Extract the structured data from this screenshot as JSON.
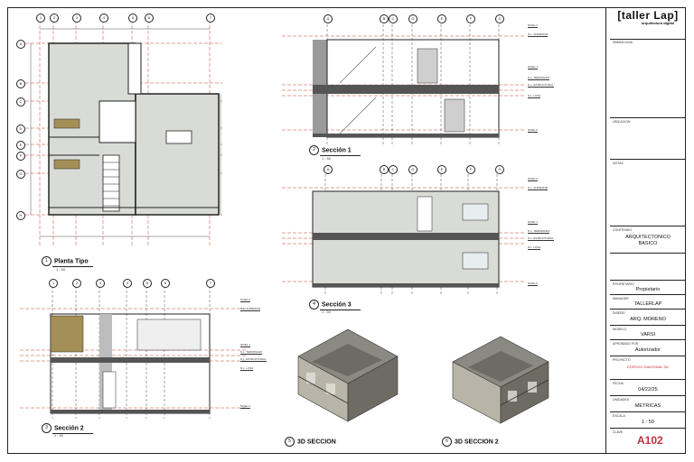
{
  "views": {
    "plan": {
      "label": "Planta Tipo",
      "number": "1",
      "scale": "1 : 50"
    },
    "sec1": {
      "label": "Sección 1",
      "number": "2",
      "scale": "1 : 50"
    },
    "sec2": {
      "label": "Sección 2",
      "number": "3",
      "scale": "1 : 50"
    },
    "sec3": {
      "label": "Sección 3",
      "number": "4",
      "scale": "1 : 50"
    },
    "iso1": {
      "label": "3D SECCION",
      "number": "5"
    },
    "iso2": {
      "label": "3D SECCION 2",
      "number": "6"
    }
  },
  "grid_bubbles": {
    "plan_top": [
      "1",
      "2",
      "3",
      "4",
      "5",
      "6",
      "7"
    ],
    "plan_left": [
      "A",
      "B",
      "C",
      "D",
      "E",
      "F",
      "G",
      "H"
    ],
    "sec1_top": [
      "A",
      "B",
      "C",
      "D",
      "E",
      "F",
      "G",
      "H"
    ],
    "sec3_top": [
      "A",
      "B",
      "C",
      "D",
      "E",
      "F",
      "G",
      "H"
    ],
    "sec2_top": [
      "1",
      "2",
      "3",
      "4",
      "5",
      "6",
      "7"
    ]
  },
  "level_tags": {
    "sec1": [
      "NIVEL 2",
      "N.L. SUPERIOR",
      "NIVEL 1",
      "N.L. TERMINADO",
      "N.L. ESTRUCTURAL",
      "N.L. LOSA",
      "NIVEL 0"
    ],
    "sec3": [
      "NIVEL 2",
      "N.L. SUPERIOR",
      "NIVEL 1",
      "N.L. TERMINADO",
      "N.L. ESTRUCTURAL",
      "N.L. LOSA",
      "NIVEL 0"
    ],
    "sec2": [
      "NIVEL 2",
      "N.L. SUPERIOR",
      "NIVEL 1",
      "N.L. TERMINADO",
      "N.L. ESTRUCTURAL",
      "N.L. LOSA",
      "NIVEL 0"
    ]
  },
  "title_block": {
    "logo_main": "[taller Lap]",
    "logo_sub": "arquitectura digital",
    "simbologia_label": "SIMBOLOGIA",
    "ubicacion_label": "UBICACION",
    "notas_label": "NOTAS",
    "contenido_label": "CONTENIDO",
    "contenido_value_1": "ARQUITECTONICO",
    "contenido_value_2": "BASICO",
    "propietario_label": "PROPIETARIO",
    "propietario_value": "Propietario",
    "manager_label": "MANAGER",
    "manager_value": "TALLERLAP",
    "diseno_label": "DISEÑO",
    "diseno_value": "ARQ. MORENO",
    "modelo_label": "MODELO",
    "modelo_value": "VARSI",
    "aprobado_label": "APROBADO POR",
    "aprobado_value": "Autorizador",
    "proyecto_label": "PROYECTO",
    "proyecto_value": "EDIFICIO DIAGONAL SA",
    "fecha_label": "FECHA",
    "fecha_value": "04/22/25",
    "unidades_label": "UNIDADES",
    "unidades_value": "METRICAS",
    "escala_label": "ESCALA",
    "escala_value": "1 : 50",
    "clave_label": "CLAVE",
    "sheet_number": "A102"
  },
  "colors": {
    "line": "#222222",
    "grid": "#c0402f",
    "wall": "#555555",
    "fill": "#d8dbd6",
    "wood": "#a48f56",
    "accent": "#c0303b"
  }
}
